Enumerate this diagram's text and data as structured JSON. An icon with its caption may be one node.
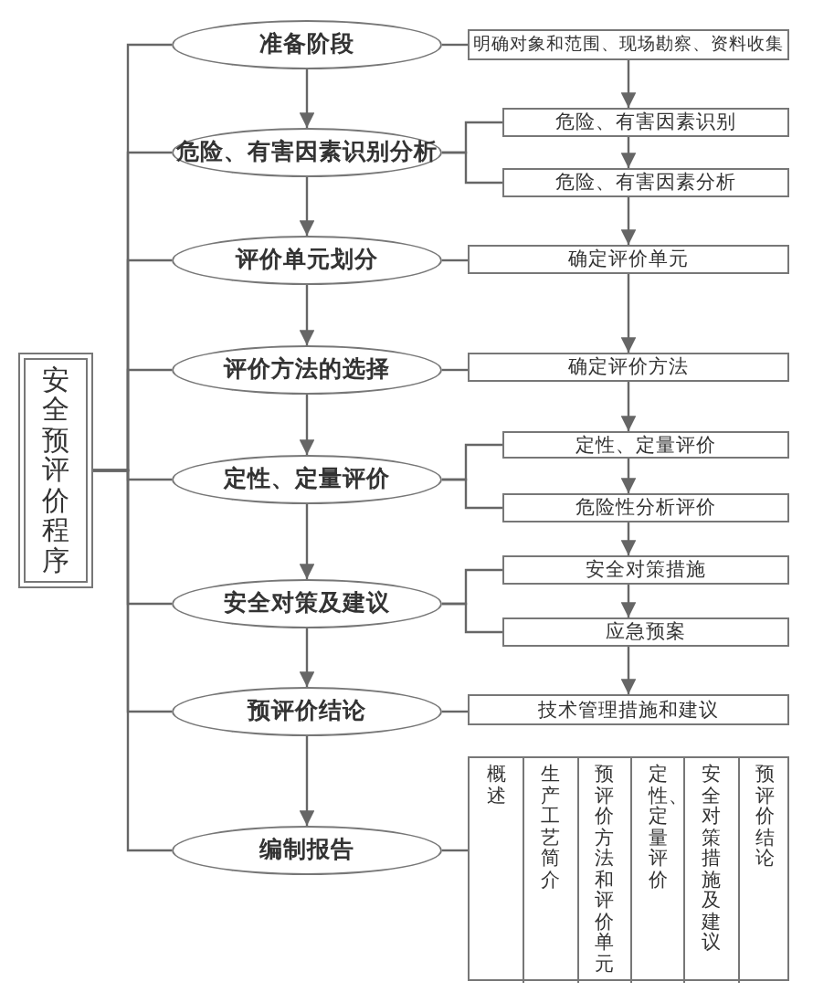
{
  "diagram": {
    "nodes": [
      {
        "text": [
          "安全预评价程序"
        ]
      },
      {
        "text": [
          "准备阶段"
        ]
      },
      {
        "text": [
          "危险、有害因素识别分析"
        ]
      },
      {
        "text": [
          "评价单元划分"
        ]
      },
      {
        "text": [
          "评价方法的选择"
        ]
      },
      {
        "text": [
          "定性、定量评价"
        ]
      },
      {
        "text": [
          "安全对策及建议"
        ]
      },
      {
        "text": [
          "预评价结论"
        ]
      },
      {
        "text": [
          "编制报告"
        ]
      },
      {
        "text": [
          "明确对象和范围、现场勘察、资料收集"
        ]
      },
      {
        "text": [
          "危险、有害因素识别"
        ]
      },
      {
        "text": [
          "危险、有害因素分析"
        ]
      },
      {
        "text": [
          "确定评价单元"
        ]
      },
      {
        "text": [
          "确定评价方法"
        ]
      },
      {
        "text": [
          "定性、定量评价"
        ]
      },
      {
        "text": [
          "危险性分析评价"
        ]
      },
      {
        "text": [
          "安全对策措施"
        ]
      },
      {
        "text": [
          "应急预案"
        ]
      },
      {
        "text": [
          "技术管理措施和建议"
        ]
      },
      {
        "text": [],
        "shape": "box"
      },
      {
        "text": [
          "概述"
        ],
        "in": 19
      },
      {
        "text": [
          "生产工艺简介"
        ],
        "in": 19
      },
      {
        "text": [
          "预评价方法和评价单元"
        ],
        "in": 19
      },
      {
        "text": [
          "定性、定量评价"
        ],
        "in": 19
      },
      {
        "text": [
          "安全对策措施及建议"
        ],
        "in": 19
      },
      {
        "text": [
          "预评价结论"
        ],
        "in": 19
      }
    ],
    "edges": [
      {
        "from": 0,
        "to": 1,
        "arrow": "none"
      },
      {
        "from": 0,
        "to": 2,
        "arrow": "none"
      },
      {
        "from": 0,
        "to": 3,
        "arrow": "none"
      },
      {
        "from": 0,
        "to": 4,
        "arrow": "none"
      },
      {
        "from": 0,
        "to": 5,
        "arrow": "none"
      },
      {
        "from": 0,
        "to": 6,
        "arrow": "none"
      },
      {
        "from": 0,
        "to": 7,
        "arrow": "none"
      },
      {
        "from": 0,
        "to": 8,
        "arrow": "none"
      },
      {
        "from": 1,
        "to": 2,
        "arrow": "to"
      },
      {
        "from": 2,
        "to": 3,
        "arrow": "to"
      },
      {
        "from": 3,
        "to": 4,
        "arrow": "to"
      },
      {
        "from": 4,
        "to": 5,
        "arrow": "to"
      },
      {
        "from": 5,
        "to": 6,
        "arrow": "to"
      },
      {
        "from": 6,
        "to": 7,
        "arrow": "to"
      },
      {
        "from": 7,
        "to": 8,
        "arrow": "to"
      },
      {
        "from": 1,
        "to": 9,
        "arrow": "none"
      },
      {
        "from": 2,
        "to": 10,
        "arrow": "none"
      },
      {
        "from": 2,
        "to": 11,
        "arrow": "none"
      },
      {
        "from": 3,
        "to": 12,
        "arrow": "none"
      },
      {
        "from": 4,
        "to": 13,
        "arrow": "none"
      },
      {
        "from": 5,
        "to": 14,
        "arrow": "none"
      },
      {
        "from": 5,
        "to": 15,
        "arrow": "none"
      },
      {
        "from": 6,
        "to": 16,
        "arrow": "none"
      },
      {
        "from": 6,
        "to": 17,
        "arrow": "none"
      },
      {
        "from": 7,
        "to": 18,
        "arrow": "none"
      },
      {
        "from": 8,
        "to": 19,
        "arrow": "none"
      },
      {
        "from": 9,
        "to": 10,
        "arrow": "to"
      },
      {
        "from": 10,
        "to": 11,
        "arrow": "to"
      },
      {
        "from": 11,
        "to": 12,
        "arrow": "to"
      },
      {
        "from": 12,
        "to": 13,
        "arrow": "to"
      },
      {
        "from": 13,
        "to": 14,
        "arrow": "to"
      },
      {
        "from": 14,
        "to": 15,
        "arrow": "to"
      },
      {
        "from": 15,
        "to": 16,
        "arrow": "to"
      },
      {
        "from": 16,
        "to": 17,
        "arrow": "to"
      },
      {
        "from": 17,
        "to": 18,
        "arrow": "to"
      }
    ]
  }
}
